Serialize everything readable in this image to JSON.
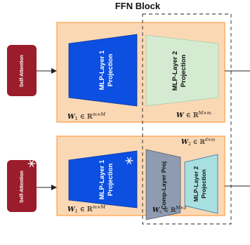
{
  "title": "FFN Block",
  "top_block": {
    "input_label": "Self-Attention",
    "layer1_label": [
      "MLP-Layer 1",
      "Projection"
    ],
    "layer2_label": [
      "MLP-Layer 2",
      "Projection"
    ],
    "w1_formula": {
      "base": "W",
      "sub": "1",
      "mid": " ∈ ℝ",
      "sup": "m×M"
    },
    "w_formula": {
      "base": "W",
      "sub": "",
      "mid": " ∈ ℝ",
      "sup": "M×m"
    }
  },
  "bottom_block": {
    "input_label": "Self-Attention",
    "layer1_label": [
      "MLP-Layer 1",
      "Projection"
    ],
    "comp_label": "Comp-Layer Proj",
    "layer2_label": [
      "MLP-Layer 2",
      "Projection"
    ],
    "w1_formula": {
      "base": "W",
      "sub": "1",
      "mid": " ∈ ℝ",
      "sup": "m×M"
    },
    "wc_formula": {
      "base": "W",
      "sub": "c",
      "mid": " ∈ ℝ",
      "sup": "M×d"
    },
    "w2_formula": {
      "base": "W",
      "sub": "2",
      "mid": " ∈ ℝ",
      "sup": "d×m"
    },
    "frozen_icon": "snowflake-icon"
  },
  "colors": {
    "block_fill": "#fbd8b4",
    "block_stroke": "#ff9e45",
    "attention_fill": "#9b1c2b",
    "layer1_fill": "#0d4fe0",
    "layer2_fill": "#d4ebd2",
    "comp_fill": "#8e9bb0",
    "layer2b_fill": "#a8e0e0"
  }
}
